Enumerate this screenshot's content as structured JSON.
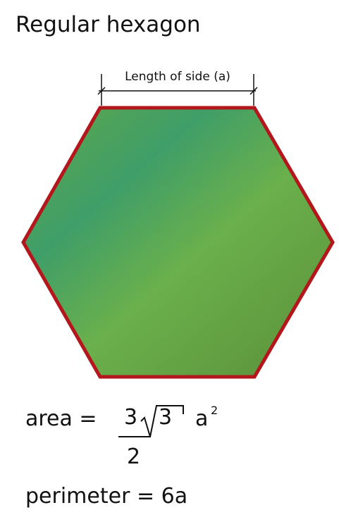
{
  "title": "Regular hexagon",
  "side_label": "Length of side (a)",
  "colors": {
    "fill_light": "#6ab04c",
    "fill_teal": "#3f9e68",
    "fill_dark": "#5b8f3a",
    "outline": "#b3161b"
  },
  "formula": {
    "area_label": "area =",
    "numerator": "3",
    "radicand": "3",
    "denominator": "2",
    "variable": "a",
    "exponent": "2",
    "perimeter": "perimeter = 6a"
  }
}
